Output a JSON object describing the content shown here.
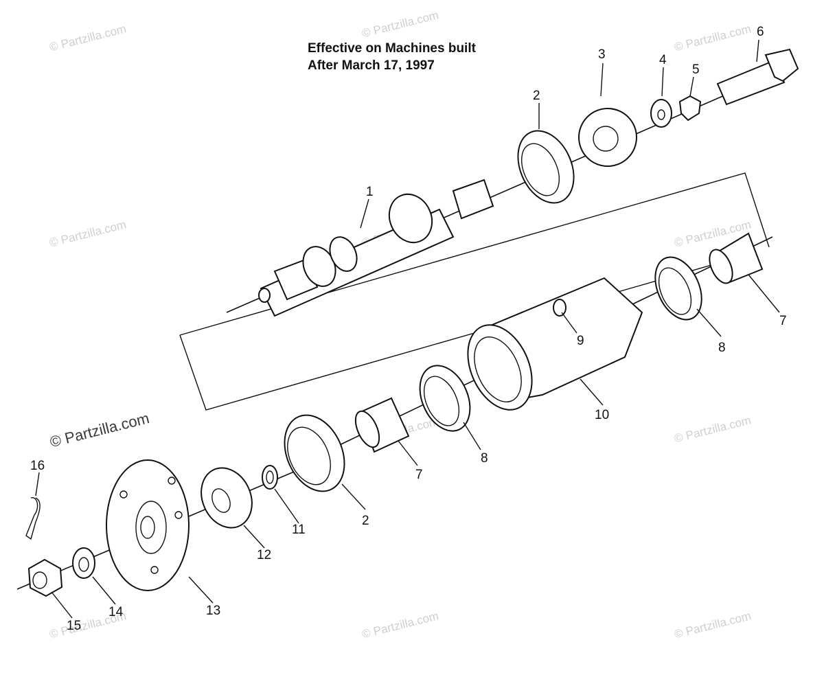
{
  "note": {
    "line1": "Effective on Machines built",
    "line2": "After March 17, 1997"
  },
  "watermark": {
    "text": "© Partzilla.com"
  },
  "callouts": {
    "c1": "1",
    "c2a": "2",
    "c2b": "2",
    "c3": "3",
    "c4": "4",
    "c5": "5",
    "c6": "6",
    "c7a": "7",
    "c7b": "7",
    "c8a": "8",
    "c8b": "8",
    "c9": "9",
    "c10": "10",
    "c11": "11",
    "c12": "12",
    "c13": "13",
    "c14": "14",
    "c15": "15",
    "c16": "16"
  }
}
